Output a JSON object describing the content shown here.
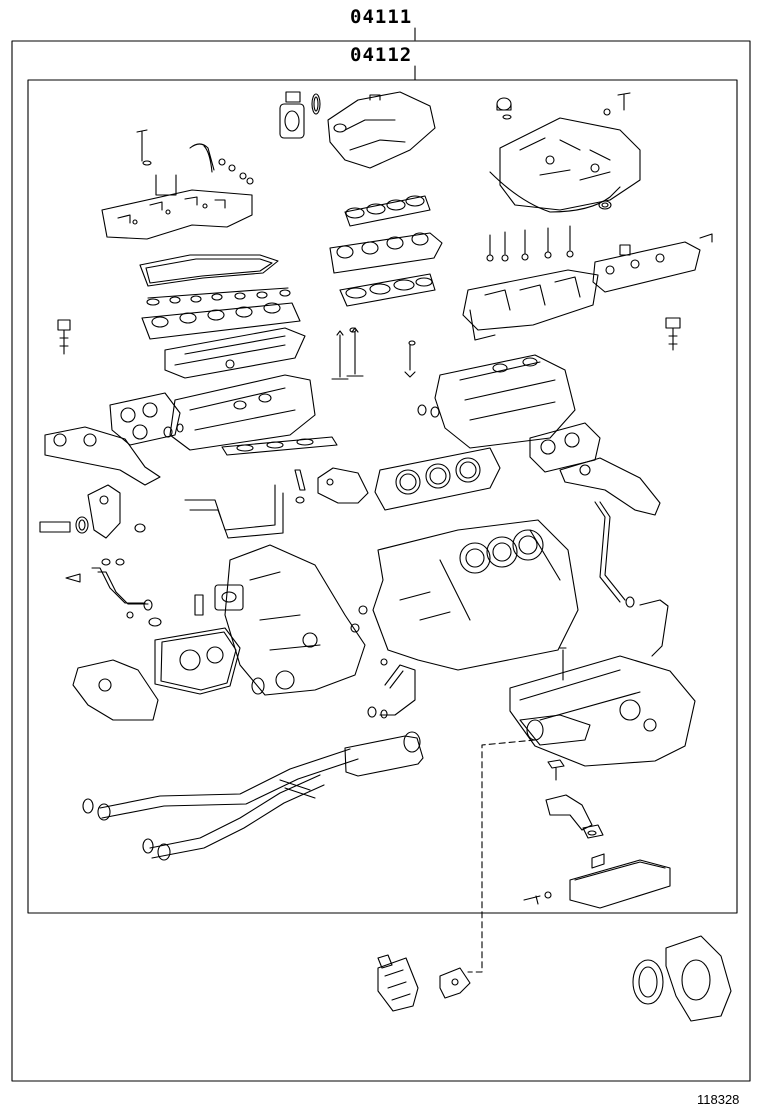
{
  "labels": {
    "outer_kit": "04111",
    "inner_kit": "04112"
  },
  "catalog_number": "118328",
  "colors": {
    "line": "#000000",
    "background": "#ffffff"
  }
}
